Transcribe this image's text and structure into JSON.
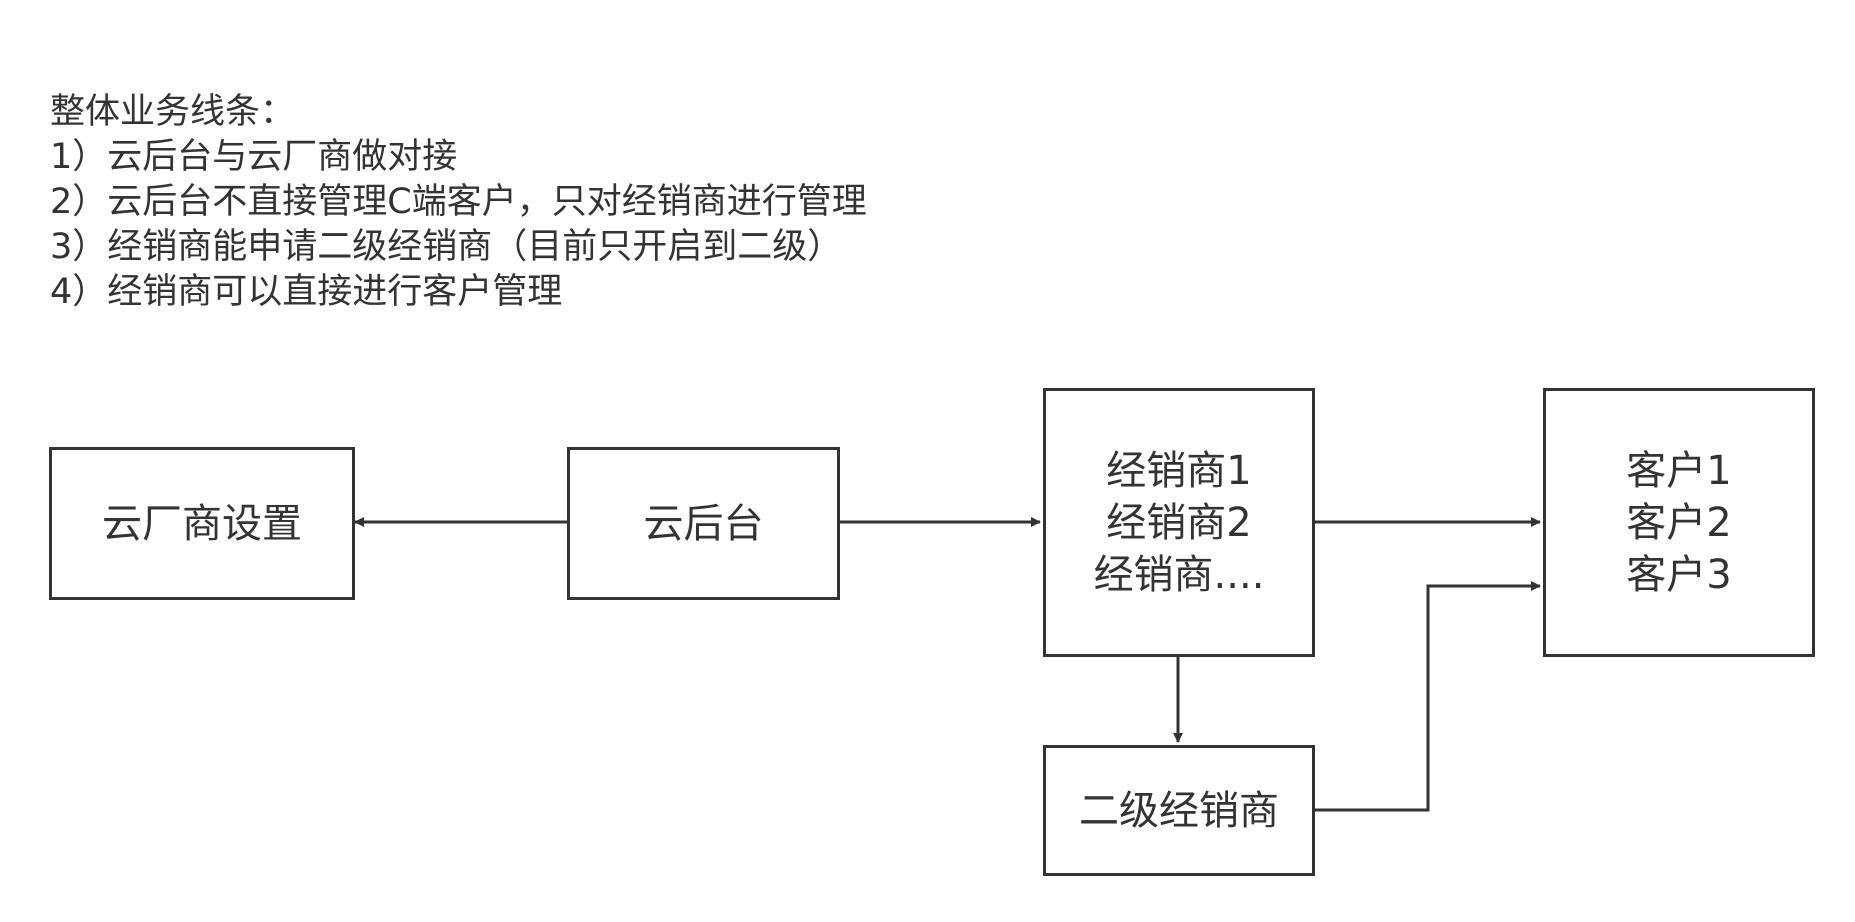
{
  "notes": {
    "title": "整体业务线条：",
    "lines": [
      "1）云后台与云厂商做对接",
      "2）云后台不直接管理C端客户，只对经销商进行管理",
      "3）经销商能申请二级经销商（目前只开启到二级）",
      "4）经销商可以直接进行客户管理"
    ]
  },
  "nodes": {
    "vendor": {
      "label": "云厂商设置"
    },
    "backend": {
      "label": "云后台"
    },
    "dealers": {
      "lines": [
        "经销商1",
        "经销商2",
        "经销商...."
      ]
    },
    "customers": {
      "lines": [
        "客户1",
        "客户2",
        "客户3"
      ]
    },
    "subdealer": {
      "label": "二级经销商"
    }
  },
  "colors": {
    "stroke": "#333333",
    "text": "#333333",
    "background": "#ffffff"
  }
}
